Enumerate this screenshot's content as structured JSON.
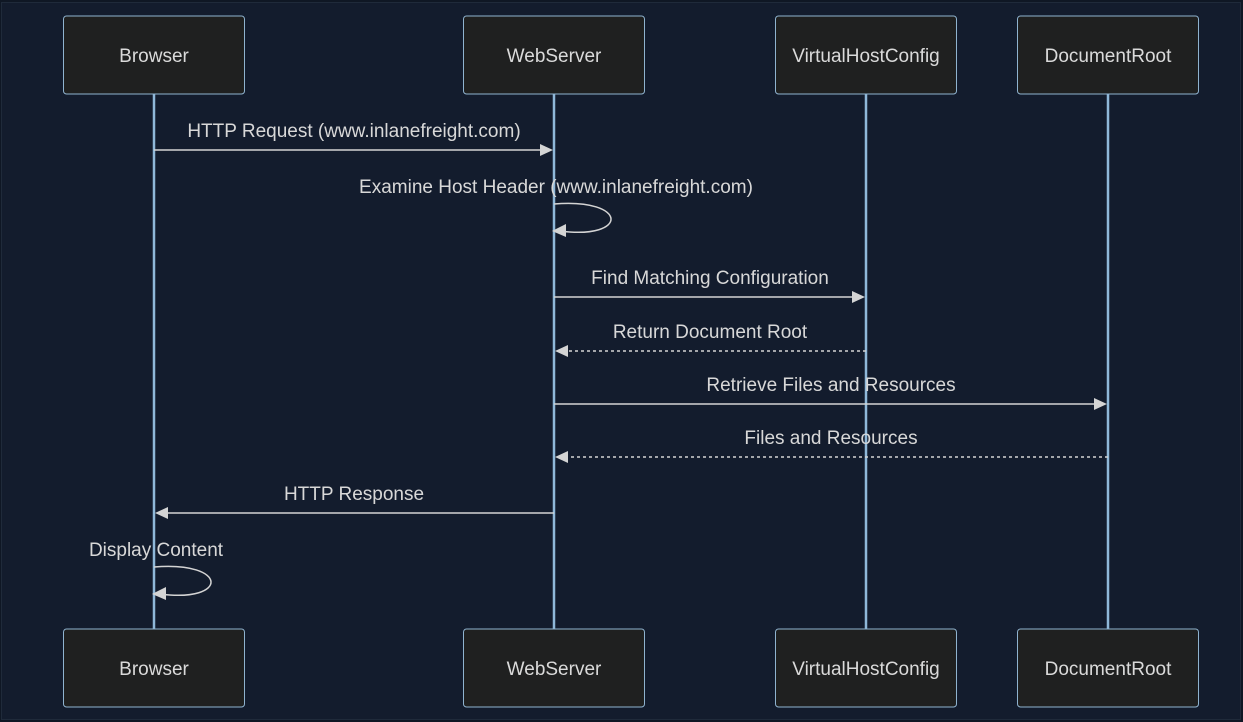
{
  "diagram": {
    "type": "sequence",
    "colors": {
      "background": "#131c2d",
      "actor_fill": "#1f2020",
      "actor_stroke": "#8fb3cf",
      "lifeline": "#8fb8d9",
      "message": "#d4d4d4",
      "text": "#d8d8d8"
    },
    "actors": [
      {
        "id": "browser",
        "label": "Browser"
      },
      {
        "id": "webserver",
        "label": "WebServer"
      },
      {
        "id": "vhost",
        "label": "VirtualHostConfig"
      },
      {
        "id": "docroot",
        "label": "DocumentRoot"
      }
    ],
    "messages": [
      {
        "from": "browser",
        "to": "webserver",
        "label": "HTTP Request (www.inlanefreight.com)",
        "style": "solid"
      },
      {
        "from": "webserver",
        "to": "webserver",
        "label": "Examine Host Header (www.inlanefreight.com)",
        "style": "solid"
      },
      {
        "from": "webserver",
        "to": "vhost",
        "label": "Find Matching Configuration",
        "style": "solid"
      },
      {
        "from": "vhost",
        "to": "webserver",
        "label": "Return Document Root",
        "style": "dashed"
      },
      {
        "from": "webserver",
        "to": "docroot",
        "label": "Retrieve Files and Resources",
        "style": "solid"
      },
      {
        "from": "docroot",
        "to": "webserver",
        "label": "Files and Resources",
        "style": "dashed"
      },
      {
        "from": "webserver",
        "to": "browser",
        "label": "HTTP Response",
        "style": "solid"
      },
      {
        "from": "browser",
        "to": "browser",
        "label": "Display Content",
        "style": "solid"
      }
    ]
  }
}
